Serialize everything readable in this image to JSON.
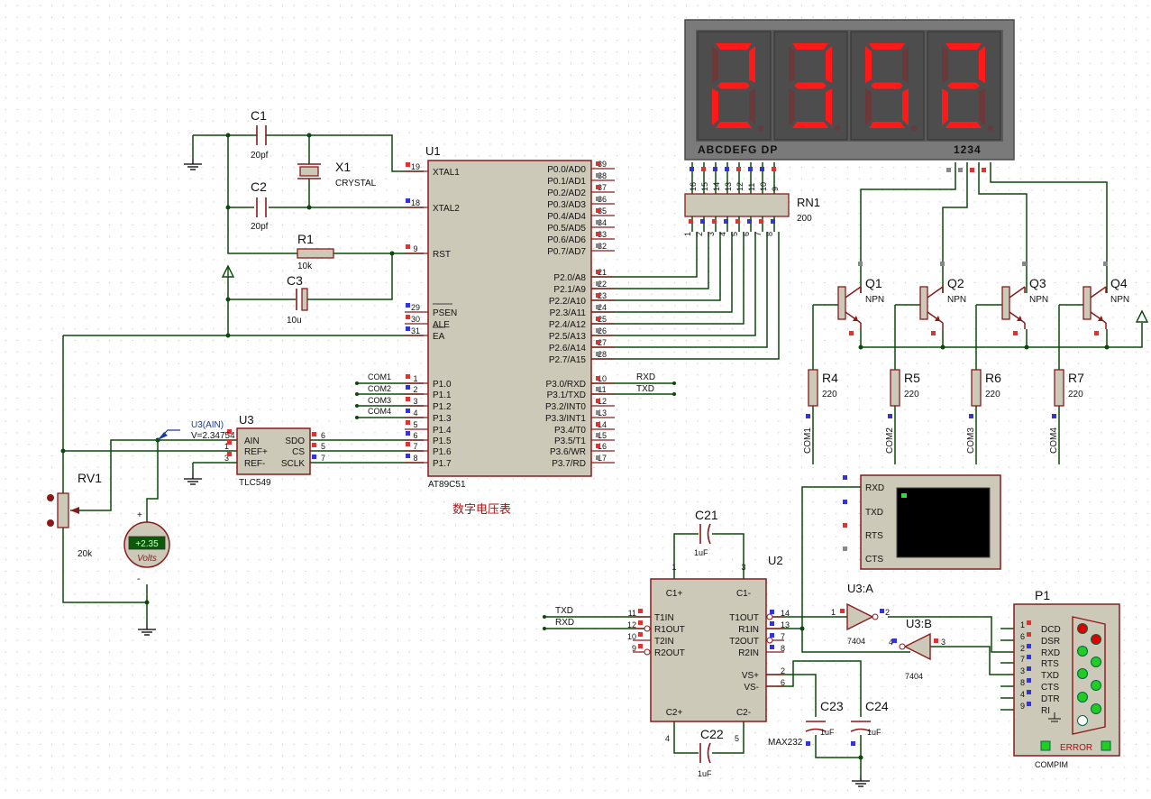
{
  "title": "数字电压表",
  "display": {
    "digits": [
      "2",
      "3",
      "5",
      "2"
    ],
    "segment_label": "ABCDEFG  DP",
    "digit_label": "1234",
    "pins": [
      "16",
      "15",
      "14",
      "13",
      "12",
      "11",
      "10",
      "9"
    ]
  },
  "rn1": {
    "ref": "RN1",
    "value": "200",
    "bottom_pins": [
      "1",
      "2",
      "3",
      "4",
      "5",
      "6",
      "7",
      "8"
    ]
  },
  "u1": {
    "ref": "U1",
    "part": "AT89C51",
    "left_pins": [
      {
        "num": "19",
        "name": "XTAL1"
      },
      {
        "num": "18",
        "name": "XTAL2"
      },
      {
        "num": "9",
        "name": "RST"
      },
      {
        "num": "29",
        "name": "PSEN"
      },
      {
        "num": "30",
        "name": "ALE"
      },
      {
        "num": "31",
        "name": "EA"
      },
      {
        "num": "1",
        "name": "P1.0"
      },
      {
        "num": "2",
        "name": "P1.1"
      },
      {
        "num": "3",
        "name": "P1.2"
      },
      {
        "num": "4",
        "name": "P1.3"
      },
      {
        "num": "5",
        "name": "P1.4"
      },
      {
        "num": "6",
        "name": "P1.5"
      },
      {
        "num": "7",
        "name": "P1.6"
      },
      {
        "num": "8",
        "name": "P1.7"
      }
    ],
    "right_pins": [
      {
        "num": "39",
        "name": "P0.0/AD0"
      },
      {
        "num": "38",
        "name": "P0.1/AD1"
      },
      {
        "num": "37",
        "name": "P0.2/AD2"
      },
      {
        "num": "36",
        "name": "P0.3/AD3"
      },
      {
        "num": "35",
        "name": "P0.4/AD4"
      },
      {
        "num": "34",
        "name": "P0.5/AD5"
      },
      {
        "num": "33",
        "name": "P0.6/AD6"
      },
      {
        "num": "32",
        "name": "P0.7/AD7"
      },
      {
        "num": "21",
        "name": "P2.0/A8"
      },
      {
        "num": "22",
        "name": "P2.1/A9"
      },
      {
        "num": "23",
        "name": "P2.2/A10"
      },
      {
        "num": "24",
        "name": "P2.3/A11"
      },
      {
        "num": "25",
        "name": "P2.4/A12"
      },
      {
        "num": "26",
        "name": "P2.5/A13"
      },
      {
        "num": "27",
        "name": "P2.6/A14"
      },
      {
        "num": "28",
        "name": "P2.7/A15"
      },
      {
        "num": "10",
        "name": "P3.0/RXD"
      },
      {
        "num": "11",
        "name": "P3.1/TXD"
      },
      {
        "num": "12",
        "name": "P3.2/INT0"
      },
      {
        "num": "13",
        "name": "P3.3/INT1"
      },
      {
        "num": "14",
        "name": "P3.4/T0"
      },
      {
        "num": "15",
        "name": "P3.5/T1"
      },
      {
        "num": "16",
        "name": "P3.6/WR"
      },
      {
        "num": "17",
        "name": "P3.7/RD"
      }
    ],
    "com_labels": [
      "COM1",
      "COM2",
      "COM3",
      "COM4"
    ],
    "serial_labels": [
      "RXD",
      "TXD"
    ]
  },
  "passives": {
    "c1": {
      "ref": "C1",
      "value": "20pf"
    },
    "c2": {
      "ref": "C2",
      "value": "20pf"
    },
    "x1": {
      "ref": "X1",
      "value": "CRYSTAL"
    },
    "r1": {
      "ref": "R1",
      "value": "10k"
    },
    "c3": {
      "ref": "C3",
      "value": "10u"
    },
    "rv1": {
      "ref": "RV1",
      "value": "20k"
    }
  },
  "u3": {
    "ref": "U3",
    "part": "TLC549",
    "probe_name": "U3(AIN)",
    "probe_value": "V=2.34754",
    "left_pins": [
      {
        "num": "",
        "name": "AIN"
      },
      {
        "num": "1",
        "name": "REF+"
      },
      {
        "num": "3",
        "name": "REF-"
      }
    ],
    "right_pins": [
      {
        "num": "6",
        "name": "SDO"
      },
      {
        "num": "5",
        "name": "CS"
      },
      {
        "num": "7",
        "name": "SCLK"
      }
    ]
  },
  "voltmeter": {
    "reading": "+2.35",
    "unit": "Volts",
    "plus": "+",
    "minus": "-"
  },
  "transistors": [
    {
      "ref": "Q1",
      "type": "NPN"
    },
    {
      "ref": "Q2",
      "type": "NPN"
    },
    {
      "ref": "Q3",
      "type": "NPN"
    },
    {
      "ref": "Q4",
      "type": "NPN"
    }
  ],
  "base_resistors": [
    {
      "ref": "R4",
      "value": "220",
      "net": "COM1"
    },
    {
      "ref": "R5",
      "value": "220",
      "net": "COM2"
    },
    {
      "ref": "R6",
      "value": "220",
      "net": "COM3"
    },
    {
      "ref": "R7",
      "value": "220",
      "net": "COM4"
    }
  ],
  "terminal": {
    "pins": [
      "RXD",
      "TXD",
      "RTS",
      "CTS"
    ]
  },
  "u2": {
    "ref": "U2",
    "part": "MAX232",
    "top_pins": [
      {
        "num": "1",
        "name": "C1+"
      },
      {
        "num": "3",
        "name": "C1-"
      }
    ],
    "left_pins": [
      {
        "num": "11",
        "name": "T1IN"
      },
      {
        "num": "12",
        "name": "R1OUT"
      },
      {
        "num": "10",
        "name": "T2IN"
      },
      {
        "num": "9",
        "name": "R2OUT"
      }
    ],
    "right_pins": [
      {
        "num": "14",
        "name": "T1OUT"
      },
      {
        "num": "13",
        "name": "R1IN"
      },
      {
        "num": "7",
        "name": "T2OUT"
      },
      {
        "num": "8",
        "name": "R2IN"
      },
      {
        "num": "2",
        "name": "VS+"
      },
      {
        "num": "6",
        "name": "VS-"
      }
    ],
    "bottom_pins": [
      {
        "num": "4",
        "name": "C2+"
      },
      {
        "num": "5",
        "name": "C2-"
      }
    ],
    "serial_labels": [
      "TXD",
      "RXD"
    ]
  },
  "caps_232": [
    {
      "ref": "C21",
      "value": "1uF"
    },
    {
      "ref": "C22",
      "value": "1uF"
    },
    {
      "ref": "C23",
      "value": "1uF"
    },
    {
      "ref": "C24",
      "value": "1uF"
    }
  ],
  "inverters": [
    {
      "ref": "U3:A",
      "part": "7404",
      "in": "1",
      "out": "2"
    },
    {
      "ref": "U3:B",
      "part": "7404",
      "in": "4",
      "out": "3"
    }
  ],
  "p1": {
    "ref": "P1",
    "part": "COMPIM",
    "error": "ERROR",
    "pins": [
      {
        "num": "1",
        "name": "DCD"
      },
      {
        "num": "6",
        "name": "DSR"
      },
      {
        "num": "2",
        "name": "RXD"
      },
      {
        "num": "7",
        "name": "RTS"
      },
      {
        "num": "3",
        "name": "TXD"
      },
      {
        "num": "8",
        "name": "CTS"
      },
      {
        "num": "4",
        "name": "DTR"
      },
      {
        "num": "9",
        "name": "RI"
      }
    ]
  }
}
